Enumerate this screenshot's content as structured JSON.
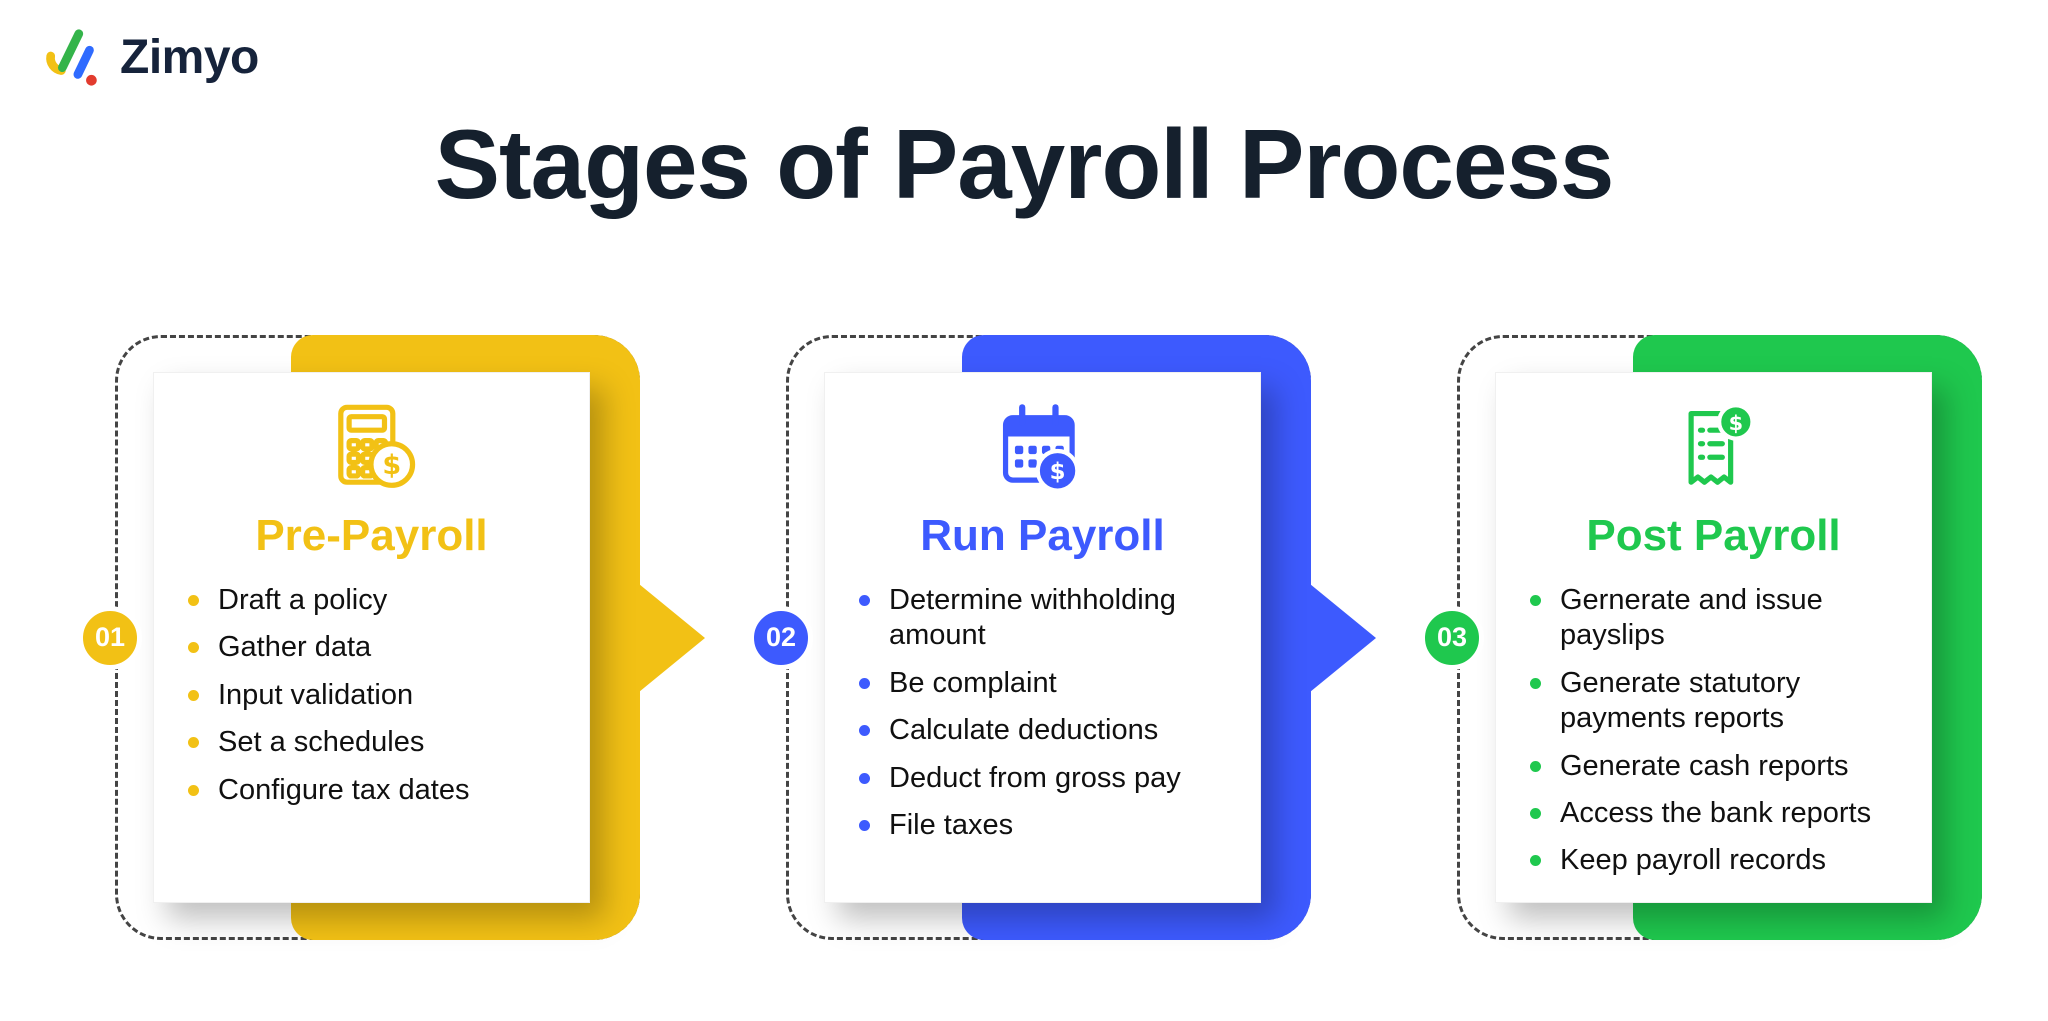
{
  "brand": {
    "name": "Zimyo",
    "icon": "zimyo-logo-icon"
  },
  "title": "Stages of Payroll Process",
  "cards": [
    {
      "number": "01",
      "title": "Pre-Payroll",
      "accent_color": "#F2C115",
      "icon": "calculator-coin-icon",
      "items": [
        "Draft a policy",
        "Gather data",
        "Input validation",
        "Set a schedules",
        "Configure tax dates"
      ]
    },
    {
      "number": "02",
      "title": "Run Payroll",
      "accent_color": "#3D5AFE",
      "icon": "calendar-coin-icon",
      "items": [
        "Determine withholding amount",
        "Be complaint",
        "Calculate deductions",
        "Deduct from gross pay",
        "File taxes"
      ]
    },
    {
      "number": "03",
      "title": "Post Payroll",
      "accent_color": "#1FC84E",
      "icon": "receipt-coin-icon",
      "items": [
        "Gernerate and issue payslips",
        "Generate statutory payments reports",
        "Generate cash reports",
        "Access the bank reports",
        "Keep payroll records"
      ]
    }
  ],
  "colors": {
    "title_text": "#15202D",
    "body_text": "#101010",
    "dashed_border": "#444444",
    "background": "#FFFFFF",
    "logo_green": "#34B44A",
    "logo_yellow": "#F2C115",
    "logo_blue": "#2F6BFF",
    "logo_red": "#E23B2E"
  }
}
